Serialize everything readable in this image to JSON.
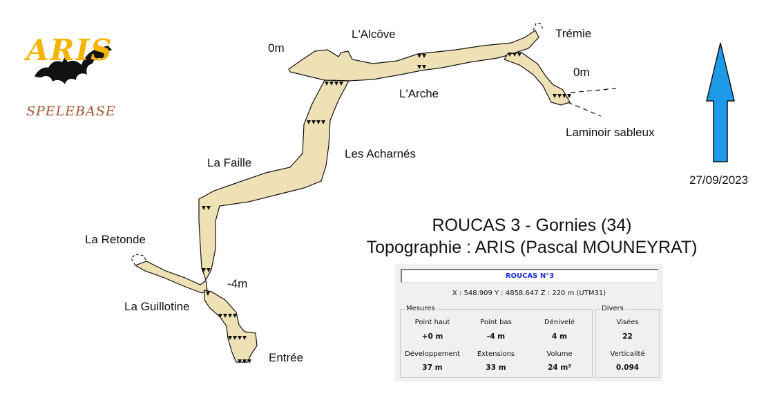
{
  "logo": {
    "top_text": "ARIS",
    "bottom_text": "SPELEBASE"
  },
  "labels": {
    "zero_top": "0m",
    "alcove": "L'Alcôve",
    "tremie": "Trémie",
    "zero_right": "0m",
    "arche": "L'Arche",
    "laminoir": "Laminoir sableux",
    "acharnes": "Les Acharnés",
    "faille": "La Faille",
    "retonde": "La Retonde",
    "minus4": "-4m",
    "guillotine": "La Guillotine",
    "entree": "Entrée"
  },
  "north_arrow": {
    "color": "#1e9be8",
    "date": "27/09/2023"
  },
  "title": {
    "line1": "ROUCAS 3  -  Gornies (34)",
    "line2": "Topographie : ARIS (Pascal MOUNEYRAT)"
  },
  "info": {
    "name": "ROUCAS N°3",
    "coords": "X : 548.909  Y : 4858.647  Z : 220 m  (UTM31)",
    "mesures": {
      "title": "Mesures",
      "point_haut_label": "Point haut",
      "point_haut_value": "+0 m",
      "point_bas_label": "Point bas",
      "point_bas_value": "-4 m",
      "denivele_label": "Dénivelé",
      "denivele_value": "4 m",
      "developpement_label": "Développement",
      "developpement_value": "37 m",
      "extensions_label": "Extensions",
      "extensions_value": "33 m",
      "volume_label": "Volume",
      "volume_value": "24 m³"
    },
    "divers": {
      "title": "Divers",
      "visees_label": "Visées",
      "visees_value": "22",
      "verticalite_label": "Verticalité",
      "verticalite_value": "0.094"
    }
  },
  "colors": {
    "cave_fill": "#efe1b6",
    "outline": "#111111",
    "logo_gold": "#f4b400",
    "logo_brown": "#a0522d",
    "info_text_blue": "#1a2fcc"
  }
}
